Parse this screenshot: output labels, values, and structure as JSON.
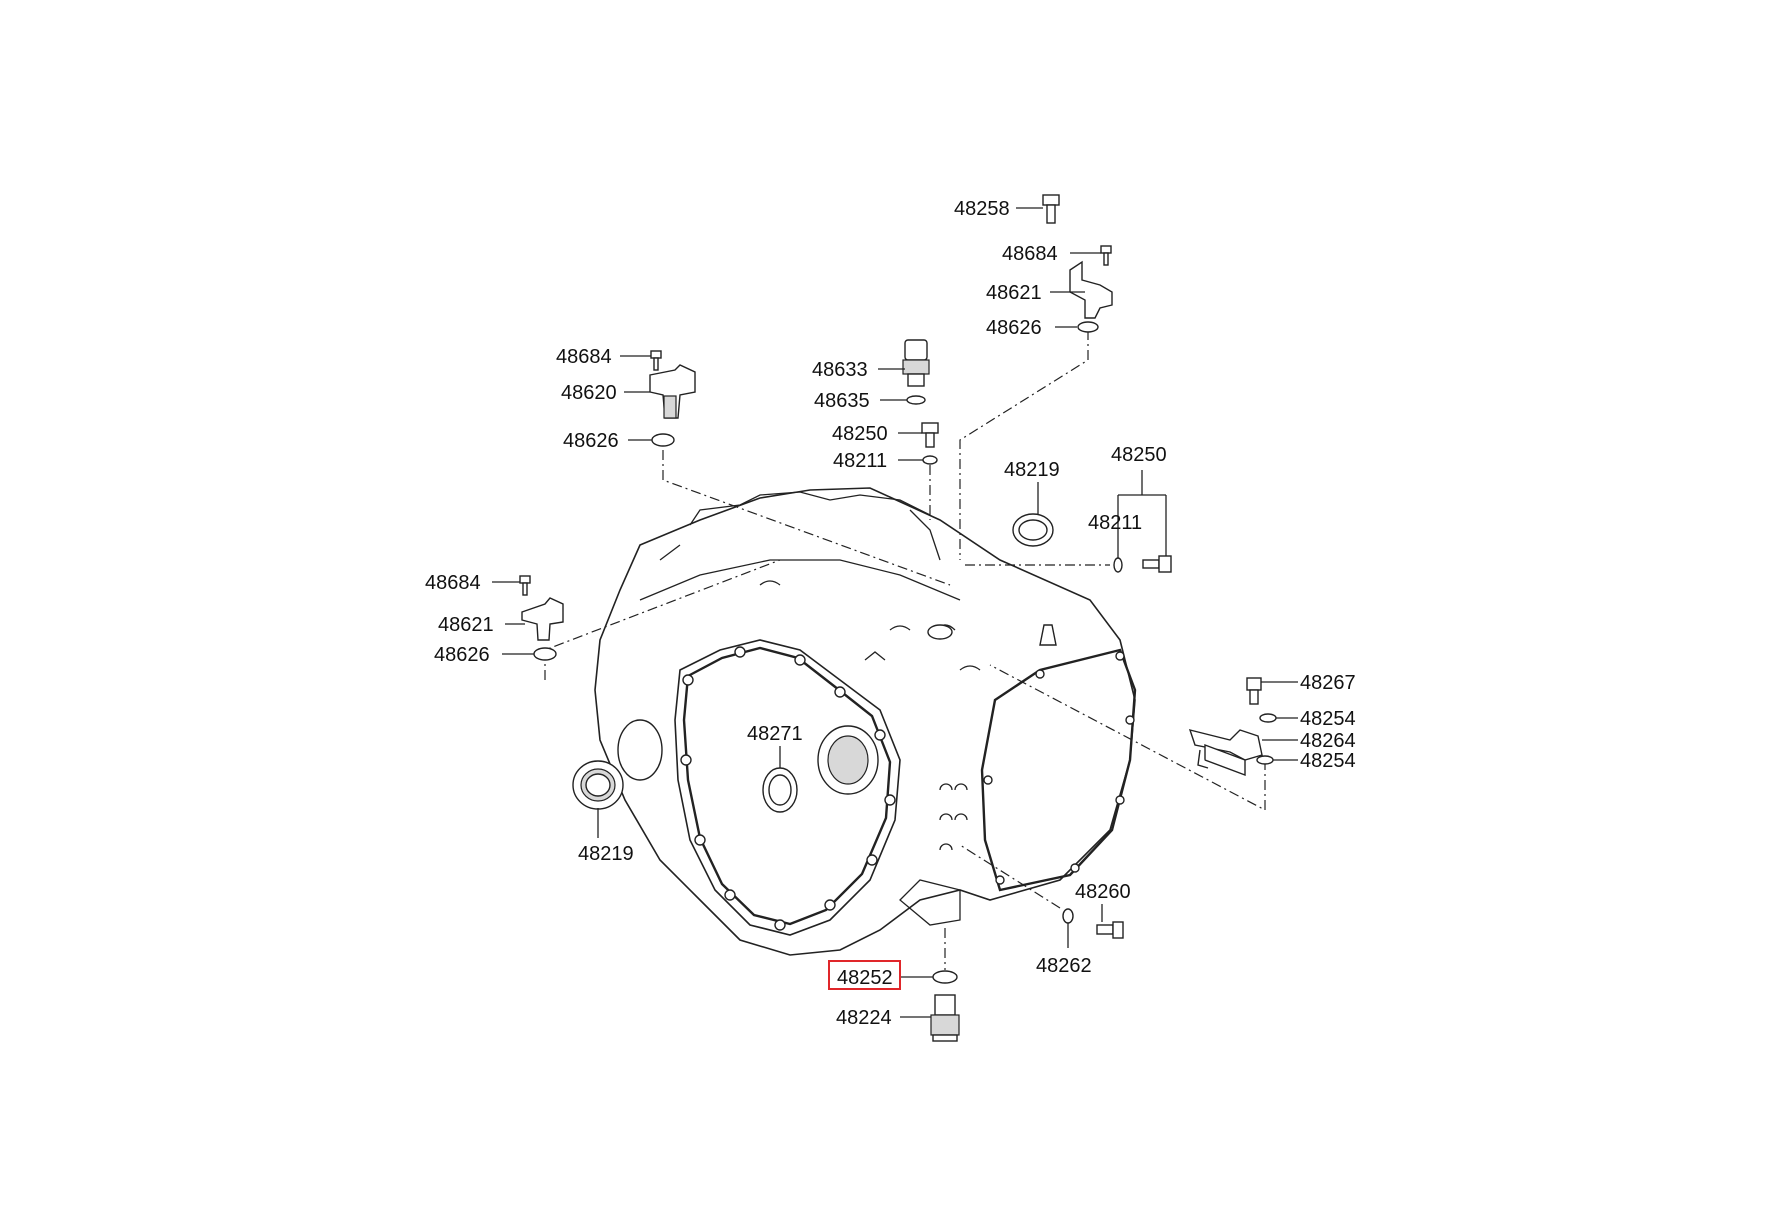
{
  "diagram": {
    "highlighted_part": "48252",
    "highlight_color": "#e0262a",
    "labels": [
      {
        "id": "l1",
        "text": "48258"
      },
      {
        "id": "l2",
        "text": "48684"
      },
      {
        "id": "l3",
        "text": "48621"
      },
      {
        "id": "l4",
        "text": "48626"
      },
      {
        "id": "l5",
        "text": "48684"
      },
      {
        "id": "l6",
        "text": "48620"
      },
      {
        "id": "l7",
        "text": "48626"
      },
      {
        "id": "l8",
        "text": "48633"
      },
      {
        "id": "l9",
        "text": "48635"
      },
      {
        "id": "l10",
        "text": "48250"
      },
      {
        "id": "l11",
        "text": "48211"
      },
      {
        "id": "l12",
        "text": "48219"
      },
      {
        "id": "l13",
        "text": "48250"
      },
      {
        "id": "l14",
        "text": "48211"
      },
      {
        "id": "l15",
        "text": "48684"
      },
      {
        "id": "l16",
        "text": "48621"
      },
      {
        "id": "l17",
        "text": "48626"
      },
      {
        "id": "l18",
        "text": "48267"
      },
      {
        "id": "l19",
        "text": "48254"
      },
      {
        "id": "l20",
        "text": "48264"
      },
      {
        "id": "l21",
        "text": "48254"
      },
      {
        "id": "l22",
        "text": "48271"
      },
      {
        "id": "l23",
        "text": "48219"
      },
      {
        "id": "l24",
        "text": "48260"
      },
      {
        "id": "l25",
        "text": "48262"
      },
      {
        "id": "l26",
        "text": "48252"
      },
      {
        "id": "l27",
        "text": "48224"
      }
    ]
  }
}
